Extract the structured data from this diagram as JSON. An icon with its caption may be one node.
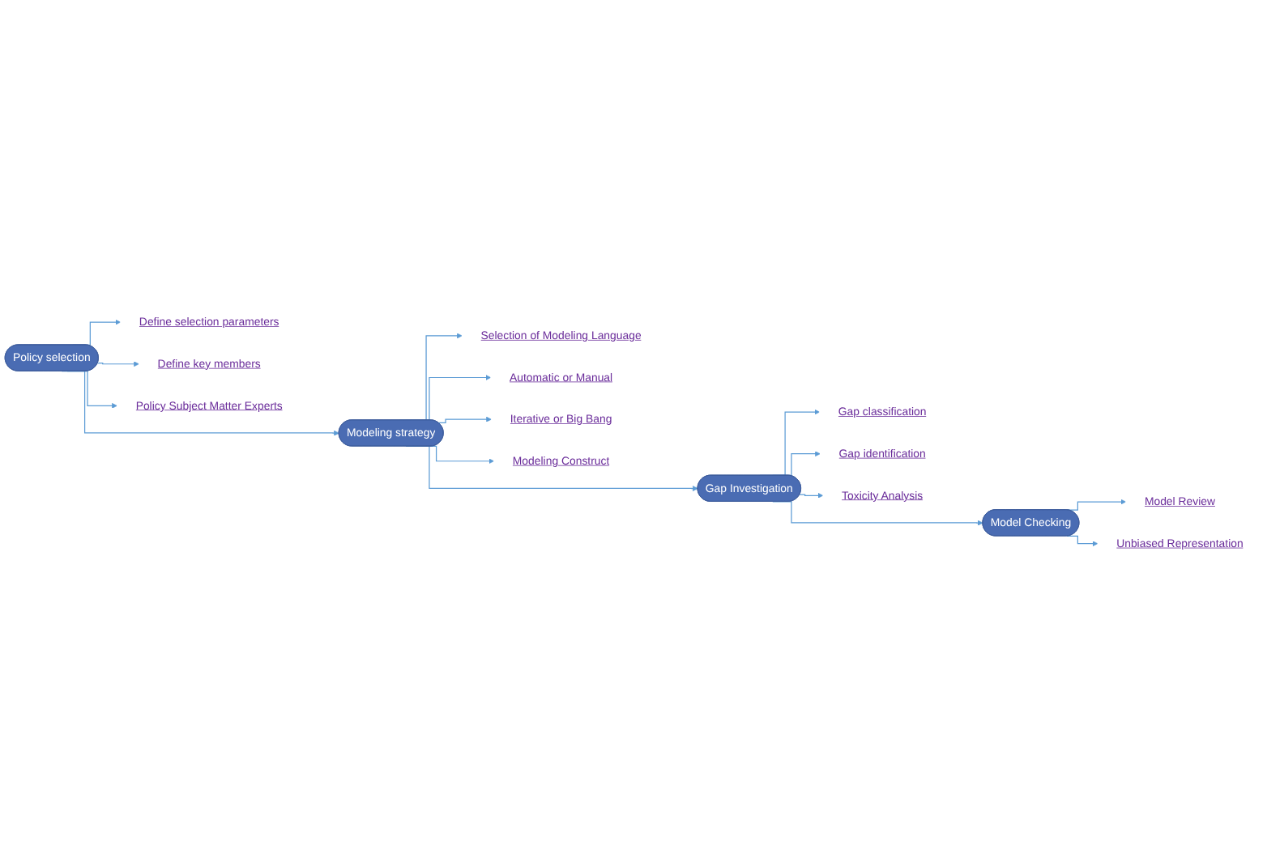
{
  "diagram": {
    "nodes": [
      {
        "text": [
          "Policy selection"
        ]
      },
      {
        "text": [
          "Define selection parameters"
        ]
      },
      {
        "text": [
          "Define key members"
        ]
      },
      {
        "text": [
          "Policy Subject Matter Experts"
        ]
      },
      {
        "text": [
          "Modeling strategy"
        ]
      },
      {
        "text": [
          "Selection of Modeling Language"
        ]
      },
      {
        "text": [
          "Automatic or Manual"
        ]
      },
      {
        "text": [
          "Iterative or Big Bang"
        ]
      },
      {
        "text": [
          "Modeling Construct"
        ]
      },
      {
        "text": [
          "Gap Investigation"
        ]
      },
      {
        "text": [
          "Gap classification"
        ]
      },
      {
        "text": [
          "Gap identification"
        ]
      },
      {
        "text": [
          "Toxicity Analysis"
        ]
      },
      {
        "text": [
          "Model Checking"
        ]
      },
      {
        "text": [
          "Model Review"
        ]
      },
      {
        "text": [
          "Unbiased Representation"
        ]
      }
    ],
    "edges": [
      {
        "from": 0,
        "to": 1,
        "arrow": "to"
      },
      {
        "from": 0,
        "to": 2,
        "arrow": "to"
      },
      {
        "from": 0,
        "to": 3,
        "arrow": "to"
      },
      {
        "from": 0,
        "to": 4,
        "arrow": "to"
      },
      {
        "from": 4,
        "to": 5,
        "arrow": "to"
      },
      {
        "from": 4,
        "to": 6,
        "arrow": "to"
      },
      {
        "from": 4,
        "to": 7,
        "arrow": "to"
      },
      {
        "from": 4,
        "to": 8,
        "arrow": "to"
      },
      {
        "from": 4,
        "to": 9,
        "arrow": "to"
      },
      {
        "from": 9,
        "to": 10,
        "arrow": "to"
      },
      {
        "from": 9,
        "to": 11,
        "arrow": "to"
      },
      {
        "from": 9,
        "to": 12,
        "arrow": "to"
      },
      {
        "from": 9,
        "to": 13,
        "arrow": "to"
      },
      {
        "from": 13,
        "to": 14,
        "arrow": "to"
      },
      {
        "from": 13,
        "to": 15,
        "arrow": "to"
      }
    ]
  }
}
